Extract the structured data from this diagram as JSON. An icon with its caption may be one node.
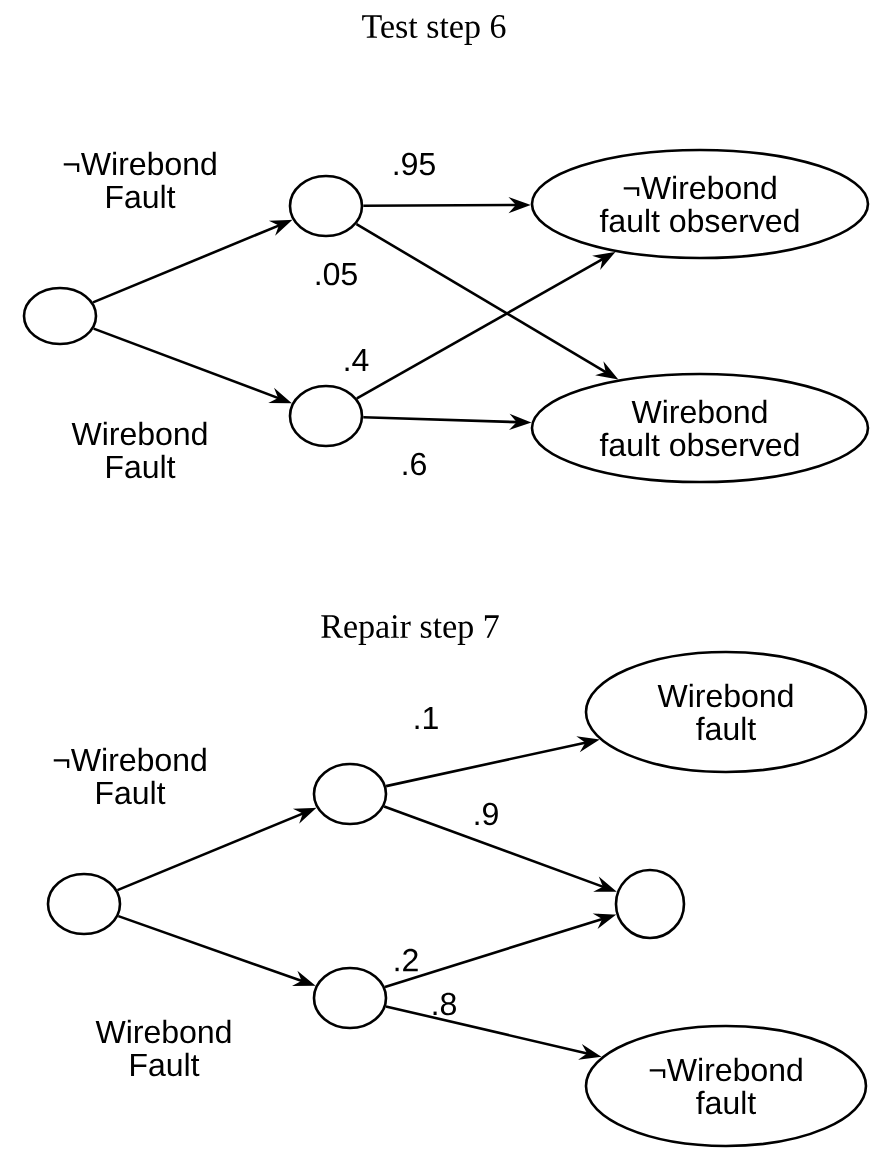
{
  "diagram": {
    "nodes": [
      {
        "text": [],
        "shape": "circle"
      },
      {
        "text": [],
        "shape": "circle"
      },
      {
        "text": [],
        "shape": "circle"
      },
      {
        "text": [
          "¬Wirebond fault observed"
        ]
      },
      {
        "text": [
          "Wirebond fault observed"
        ]
      },
      {
        "text": [],
        "shape": "circle"
      },
      {
        "text": [],
        "shape": "circle"
      },
      {
        "text": [],
        "shape": "circle"
      },
      {
        "text": [
          "Wirebond fault"
        ]
      },
      {
        "text": [],
        "shape": "circle"
      },
      {
        "text": [
          "¬Wirebond fault"
        ]
      }
    ],
    "edges": [
      {
        "from": 0,
        "to": 1,
        "arrow": "to",
        "label": "¬Wirebond Fault"
      },
      {
        "from": 0,
        "to": 2,
        "arrow": "to",
        "label": "Wirebond Fault"
      },
      {
        "from": 1,
        "to": 3,
        "arrow": "to",
        "label": ".95"
      },
      {
        "from": 1,
        "to": 4,
        "arrow": "to",
        "label": ".05"
      },
      {
        "from": 2,
        "to": 3,
        "arrow": "to",
        "label": ".4"
      },
      {
        "from": 2,
        "to": 4,
        "arrow": "to",
        "label": ".6"
      },
      {
        "from": 5,
        "to": 6,
        "arrow": "to",
        "label": "¬Wirebond Fault"
      },
      {
        "from": 5,
        "to": 7,
        "arrow": "to",
        "label": "Wirebond Fault"
      },
      {
        "from": 6,
        "to": 8,
        "arrow": "to",
        "label": ".1"
      },
      {
        "from": 6,
        "to": 9,
        "arrow": "to",
        "label": ".9"
      },
      {
        "from": 7,
        "to": 9,
        "arrow": "to",
        "label": ".2"
      },
      {
        "from": 7,
        "to": 10,
        "arrow": "to",
        "label": ".8"
      }
    ],
    "labels": [
      "Test step 6",
      "Repair step 7"
    ]
  }
}
